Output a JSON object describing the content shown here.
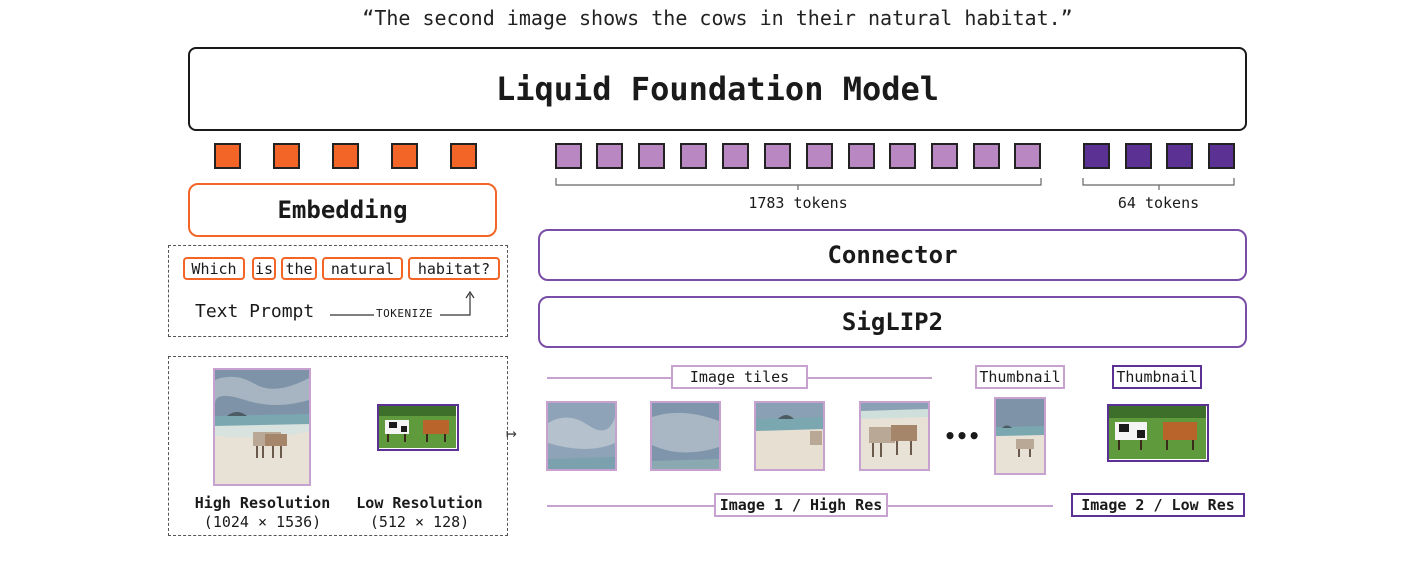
{
  "caption": "“The second image shows the cows in their natural habitat.”",
  "model_title": "Liquid Foundation Model",
  "embedding_label": "Embedding",
  "text_tokens": [
    "Which",
    "is",
    "the",
    "natural",
    "habitat?"
  ],
  "text_prompt_label": "Text Prompt",
  "tokenize_label": "TOKENIZE",
  "connector_label": "Connector",
  "encoder_label": "SigLIP2",
  "token_counts": {
    "high_res": "1783 tokens",
    "low_res": "64 tokens"
  },
  "image_tiles_label": "Image tiles",
  "thumbnail_label_1": "Thumbnail",
  "thumbnail_label_2": "Thumbnail",
  "ellipsis": "•••",
  "inputs": {
    "high": {
      "label": "High Resolution",
      "size": "(1024 × 1536)"
    },
    "low": {
      "label": "Low Resolution",
      "size": "(512 × 128)"
    }
  },
  "arrow_symbol": "↦",
  "image1_label": "Image 1 / High Res",
  "image2_label": "Image 2 / Low Res",
  "colors": {
    "orange": "#f26527",
    "lilac": "#b987c2",
    "purple": "#5b3193",
    "border_purple": "#7a4ea6"
  }
}
